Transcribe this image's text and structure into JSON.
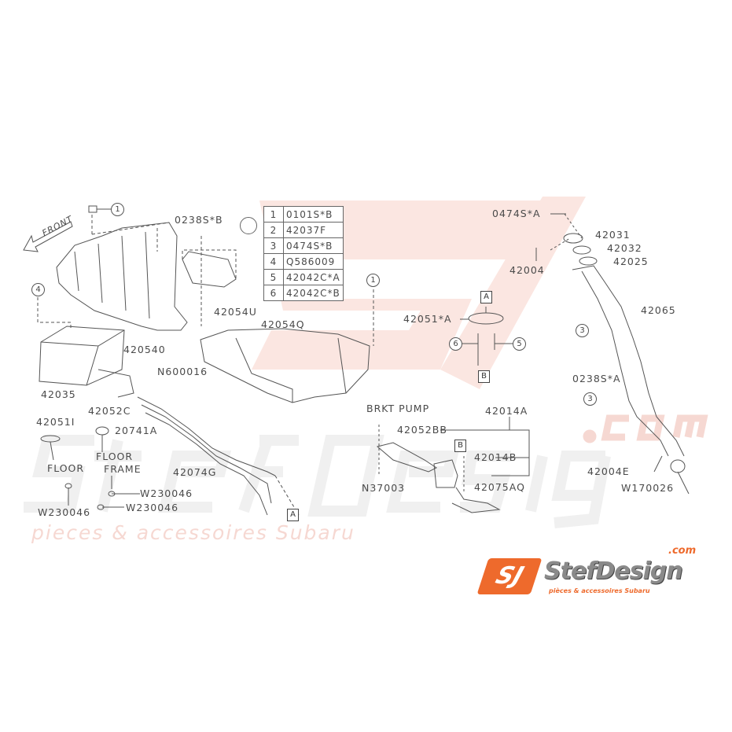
{
  "diagram": {
    "front_label": "FRONT",
    "legend": [
      {
        "num": "1",
        "part": "0101S*B"
      },
      {
        "num": "2",
        "part": "42037F"
      },
      {
        "num": "3",
        "part": "0474S*B"
      },
      {
        "num": "4",
        "part": "Q586009"
      },
      {
        "num": "5",
        "part": "42042C*A"
      },
      {
        "num": "6",
        "part": "42042C*B"
      }
    ],
    "callouts": {
      "c1a": "1",
      "c1b": "1",
      "c4": "4",
      "c3a": "3",
      "c3b": "3",
      "c5": "5",
      "c6": "6",
      "boxA1": "A",
      "boxA2": "A",
      "boxB1": "B",
      "boxB2": "B"
    },
    "labels": {
      "p0238SB": "0238S*B",
      "p42054U": "42054U",
      "p42054Q": "42054Q",
      "p420540": "420540",
      "pN600016": "N600016",
      "p42035": "42035",
      "p42052C": "42052C",
      "p42051I": "42051I",
      "p20741A": "20741A",
      "floor": "FLOOR",
      "floor_frame_1": "FLOOR",
      "floor_frame_2": "FRAME",
      "p42074G": "42074G",
      "pW230046a": "W230046",
      "pW230046b": "W230046",
      "pW230046c": "W230046",
      "p0474SA": "0474S*A",
      "p42031": "42031",
      "p42032": "42032",
      "p42025": "42025",
      "p42004": "42004",
      "p42051A": "42051*A",
      "p42065": "42065",
      "p0238SA": "0238S*A",
      "brkt_pump": "BRKT PUMP",
      "p42014A": "42014A",
      "p42052BB": "42052BB",
      "p42014B": "42014B",
      "pN37003": "N37003",
      "p42075AQ": "42075AQ",
      "p42004E": "42004E",
      "pW170026": "W170026"
    }
  },
  "watermark": {
    "brand": "StefDesign",
    "com": ".com",
    "tagline": "pieces & accessoires Subaru"
  },
  "logo": {
    "mark": "SJ",
    "brand": "StefDesign",
    "com": ".com",
    "tagline": "pièces & accessoires Subaru"
  },
  "colors": {
    "accent": "#ee6a2c",
    "watermark": "#f6d8d2",
    "line": "#555555"
  }
}
